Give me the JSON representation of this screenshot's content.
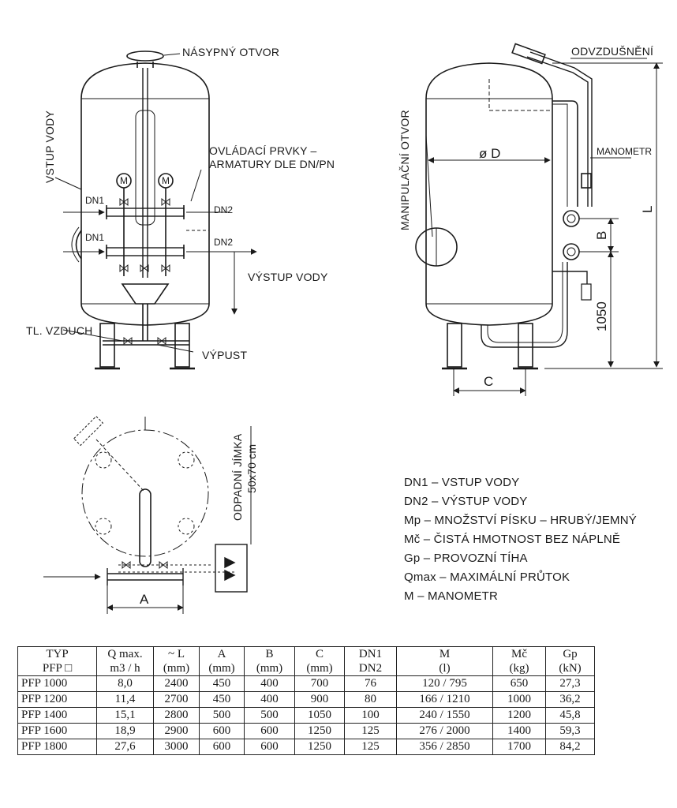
{
  "labels": {
    "fill_opening": "NÁSYPNÝ OTVOR",
    "vent": "ODVZDUŠNĚNÍ",
    "water_inlet": "VSTUP VODY",
    "controls_line1": "OVLÁDACÍ PRVKY –",
    "controls_line2": "ARMATURY DLE DN/PN",
    "manometer_short": "M",
    "dn1": "DN1",
    "dn2": "DN2",
    "water_outlet": "VÝSTUP VODY",
    "air_pressure": "TL. VZDUCH",
    "drain": "VÝPUST",
    "manhole": "MANIPULAČNÍ OTVOR",
    "diameter": "ø D",
    "manometer": "MANOMETR",
    "dim_l": "L",
    "dim_b": "B",
    "dim_1050": "1050",
    "dim_c": "C",
    "dim_a": "A",
    "sump_line1": "ODPADNÍ JÍMKA",
    "sump_line2": "50x70 cm"
  },
  "legend": [
    "DN1 – VSTUP VODY",
    "DN2 – VÝSTUP VODY",
    "Mp – MNOŽSTVÍ PÍSKU – HRUBÝ/JEMNÝ",
    "Mč – ČISTÁ HMOTNOST BEZ NÁPLNĚ",
    "Gp – PROVOZNÍ TÍHA",
    "Qmax – MAXIMÁLNÍ PRŮTOK",
    "M – MANOMETR"
  ],
  "table": {
    "headers": [
      [
        "TYP",
        "PFP □"
      ],
      [
        "Q max.",
        "m3 / h"
      ],
      [
        "~ L",
        "(mm)"
      ],
      [
        "A",
        "(mm)"
      ],
      [
        "B",
        "(mm)"
      ],
      [
        "C",
        "(mm)"
      ],
      [
        "DN1",
        "DN2"
      ],
      [
        "M",
        "(l)"
      ],
      [
        "Mč",
        "(kg)"
      ],
      [
        "Gp",
        "(kN)"
      ]
    ],
    "rows": [
      [
        "PFP 1000",
        "8,0",
        "2400",
        "450",
        "400",
        "700",
        "76",
        "120 / 795",
        "650",
        "27,3"
      ],
      [
        "PFP 1200",
        "11,4",
        "2700",
        "450",
        "400",
        "900",
        "80",
        "166 / 1210",
        "1000",
        "36,2"
      ],
      [
        "PFP 1400",
        "15,1",
        "2800",
        "500",
        "500",
        "1050",
        "100",
        "240 / 1550",
        "1200",
        "45,8"
      ],
      [
        "PFP 1600",
        "18,9",
        "2900",
        "600",
        "600",
        "1250",
        "125",
        "276 / 2000",
        "1400",
        "59,3"
      ],
      [
        "PFP 1800",
        "27,6",
        "3000",
        "600",
        "600",
        "1250",
        "125",
        "356 / 2850",
        "1700",
        "84,2"
      ]
    ]
  }
}
